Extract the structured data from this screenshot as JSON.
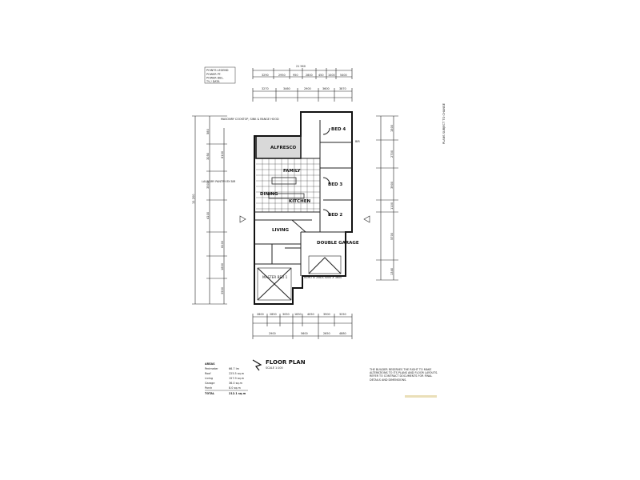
{
  "legend": {
    "title": "POINTS LEGEND",
    "rows": [
      "POWER PT.",
      "POWER DBL.",
      "TV / DATA"
    ]
  },
  "top_dims": {
    "overall": "21 560",
    "outer": [
      "3290",
      "2950",
      "950",
      "2800",
      "450",
      "1000",
      "5400"
    ],
    "inner": [
      "3270",
      "3460",
      "2900",
      "3600",
      "3870"
    ]
  },
  "left_dims": [
    "580",
    "3050",
    "3500",
    "4100",
    "6100",
    "6100",
    "1800",
    "3900"
  ],
  "left_overall": "11 200",
  "right_dims": [
    "1500",
    "2700",
    "3900",
    "1100",
    "5700",
    "1340"
  ],
  "bottom_dims": {
    "outer": [
      "2800",
      "2850",
      "3050",
      "1830",
      "4050",
      "3900",
      "3250"
    ],
    "inner": [
      "2900",
      "5600",
      "2650",
      "4880"
    ]
  },
  "notes": {
    "top_left": "MASONRY COOKTOP, SINK & RANGE HOOD",
    "top_right": "BIR",
    "left_mid": "LAUNDRY PANTRY BY BIR",
    "bottom_right": "REMOTE AREA 4000 X 3600"
  },
  "rooms": {
    "alfresco": "ALFRESCO",
    "bed4": "BED 4",
    "family": "FAMILY",
    "kitchen": "KITCHEN",
    "dining": "DINING",
    "bed3": "BED 3",
    "bed2": "BED 2",
    "living": "LIVING",
    "double_garage": "DOUBLE GARAGE",
    "master": "MASTER BED 1"
  },
  "title": {
    "main": "FLOOR PLAN",
    "scale": "SCALE 1:100"
  },
  "areas": {
    "heading": "AREAS",
    "rows": [
      {
        "label": "Perimeter",
        "value": "66.7 lm"
      },
      {
        "label": "Roof",
        "value": "225.5 sq.m"
      },
      {
        "label": "Living",
        "value": "157.9 sq.m"
      },
      {
        "label": "Garage",
        "value": "36.0 sq.m"
      },
      {
        "label": "Porch",
        "value": "8.0 sq.m"
      },
      {
        "label": "TOTAL",
        "value": "212.1 sq.m"
      }
    ]
  },
  "disclaimer": "THE BUILDER RESERVES THE RIGHT TO MAKE ALTERATIONS TO ITS PLANS AND FLOOR LAYOUTS. REFER TO CONTRACT DOCUMENTS FOR FINAL DETAILS AND DIMENSIONS.",
  "side_note": "PLANS SUBJECT TO CHANGE"
}
